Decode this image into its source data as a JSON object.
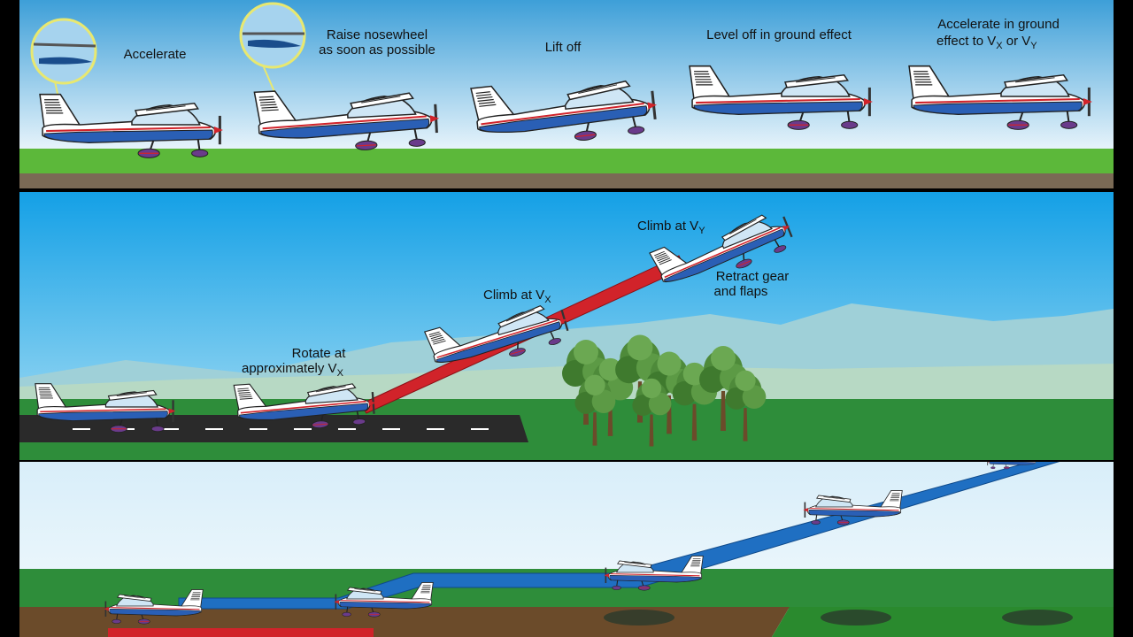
{
  "top_panel": {
    "labels": {
      "accelerate": "Accelerate",
      "raise_line1": "Raise nosewheel",
      "raise_line2": "as soon as possible",
      "lift_off": "Lift off",
      "level_off": "Level off in ground effect",
      "accel_ge_line1": "Accelerate in ground",
      "accel_ge_line2_prefix": "effect to V",
      "accel_ge_sub_x": "X",
      "accel_ge_mid": " or V",
      "accel_ge_sub_y": "Y"
    }
  },
  "middle_panel": {
    "labels": {
      "rotate_line1": "Rotate at",
      "rotate_line2_prefix": "approximately V",
      "rotate_sub": "X",
      "climb_vx_prefix": "Climb at V",
      "climb_vx_sub": "X",
      "climb_vy_prefix": "Climb at V",
      "climb_vy_sub": "Y",
      "retract_line1": "Retract gear",
      "retract_line2": "and flaps"
    }
  },
  "colors": {
    "sky_top": "#3d9fd8",
    "sky_mid": "#1aa3e2",
    "grass": "#5cb83a",
    "runway": "#2a2a2a",
    "climb_path_red": "#d1232a",
    "climb_path_blue": "#1f6fc2",
    "aircraft_blue": "#2a5fb5"
  }
}
